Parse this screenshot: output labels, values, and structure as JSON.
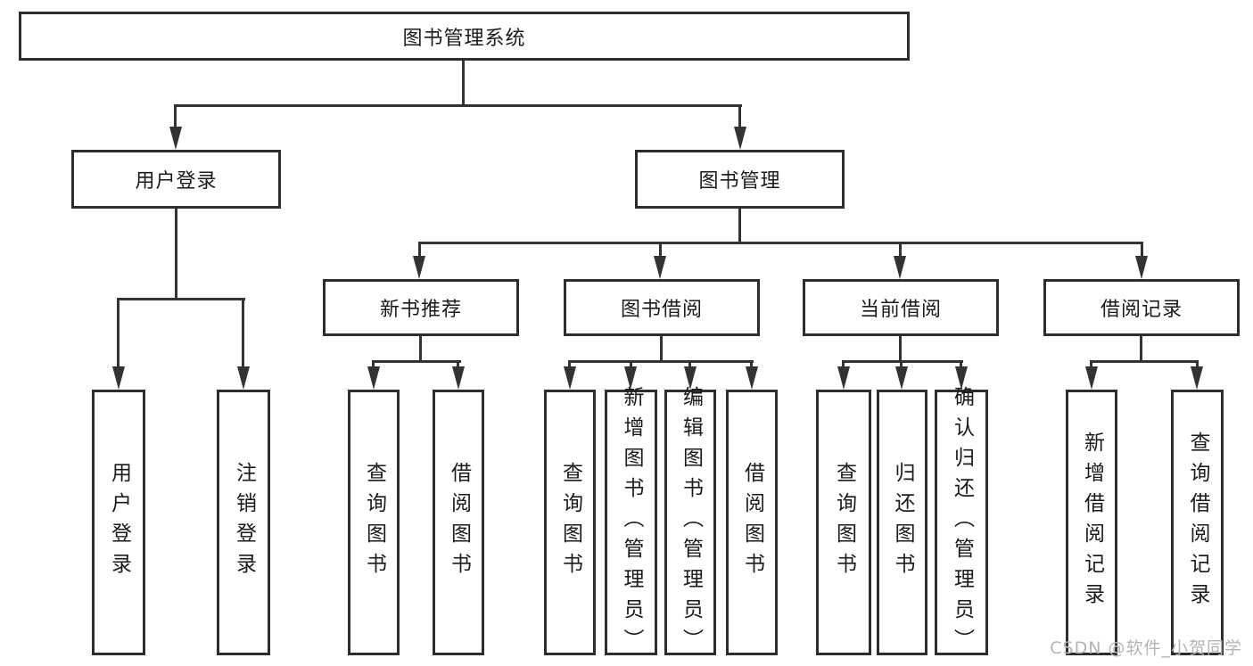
{
  "diagram": {
    "type": "tree",
    "root": {
      "label": "图书管理系统"
    },
    "branches": [
      {
        "label": "用户登录",
        "leaves": [
          "用户登录",
          "注销登录"
        ]
      },
      {
        "label": "图书管理",
        "groups": [
          {
            "label": "新书推荐",
            "leaves": [
              "查询图书",
              "借阅图书"
            ]
          },
          {
            "label": "图书借阅",
            "leaves": [
              "查询图书",
              "新增图书（管理员）",
              "编辑图书（管理员）",
              "借阅图书"
            ]
          },
          {
            "label": "当前借阅",
            "leaves": [
              "查询图书",
              "归还图书",
              "确认归还（管理员）"
            ]
          },
          {
            "label": "借阅记录",
            "leaves": [
              "新增借阅记录",
              "查询借阅记录"
            ]
          }
        ]
      }
    ]
  },
  "watermark": {
    "text": "CSDN @软件_小贺同学"
  },
  "colors": {
    "line": "#333333",
    "border": "#2d2d2d",
    "text": "#1b1b1b",
    "background": "#ffffff",
    "watermark": "#b4b4b4"
  }
}
